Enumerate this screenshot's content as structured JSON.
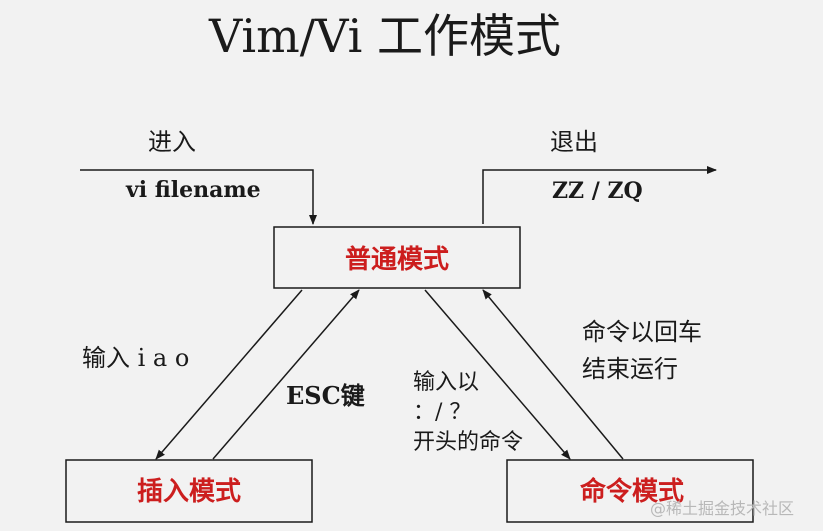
{
  "title": "Vim/Vi 工作模式",
  "nodes": {
    "normal": {
      "label": "普通模式"
    },
    "insert": {
      "label": "插入模式"
    },
    "command": {
      "label": "命令模式"
    }
  },
  "labels": {
    "enter": "进入",
    "enter_cmd": "vi filename",
    "exit": "退出",
    "exit_cmd": "ZZ / ZQ",
    "to_insert": "输入 i  a  o",
    "esc": "ESC键",
    "to_command_line1": "输入以",
    "to_command_line2": "：/ ？",
    "to_command_line3": "开头的命令",
    "back_line1": "命令以回车",
    "back_line2": "结束运行"
  },
  "watermark": "@稀土掘金技术社区",
  "colors": {
    "background": "#f2f2f2",
    "mode_text": "#cc1e1e",
    "line": "#1a1a1a"
  }
}
